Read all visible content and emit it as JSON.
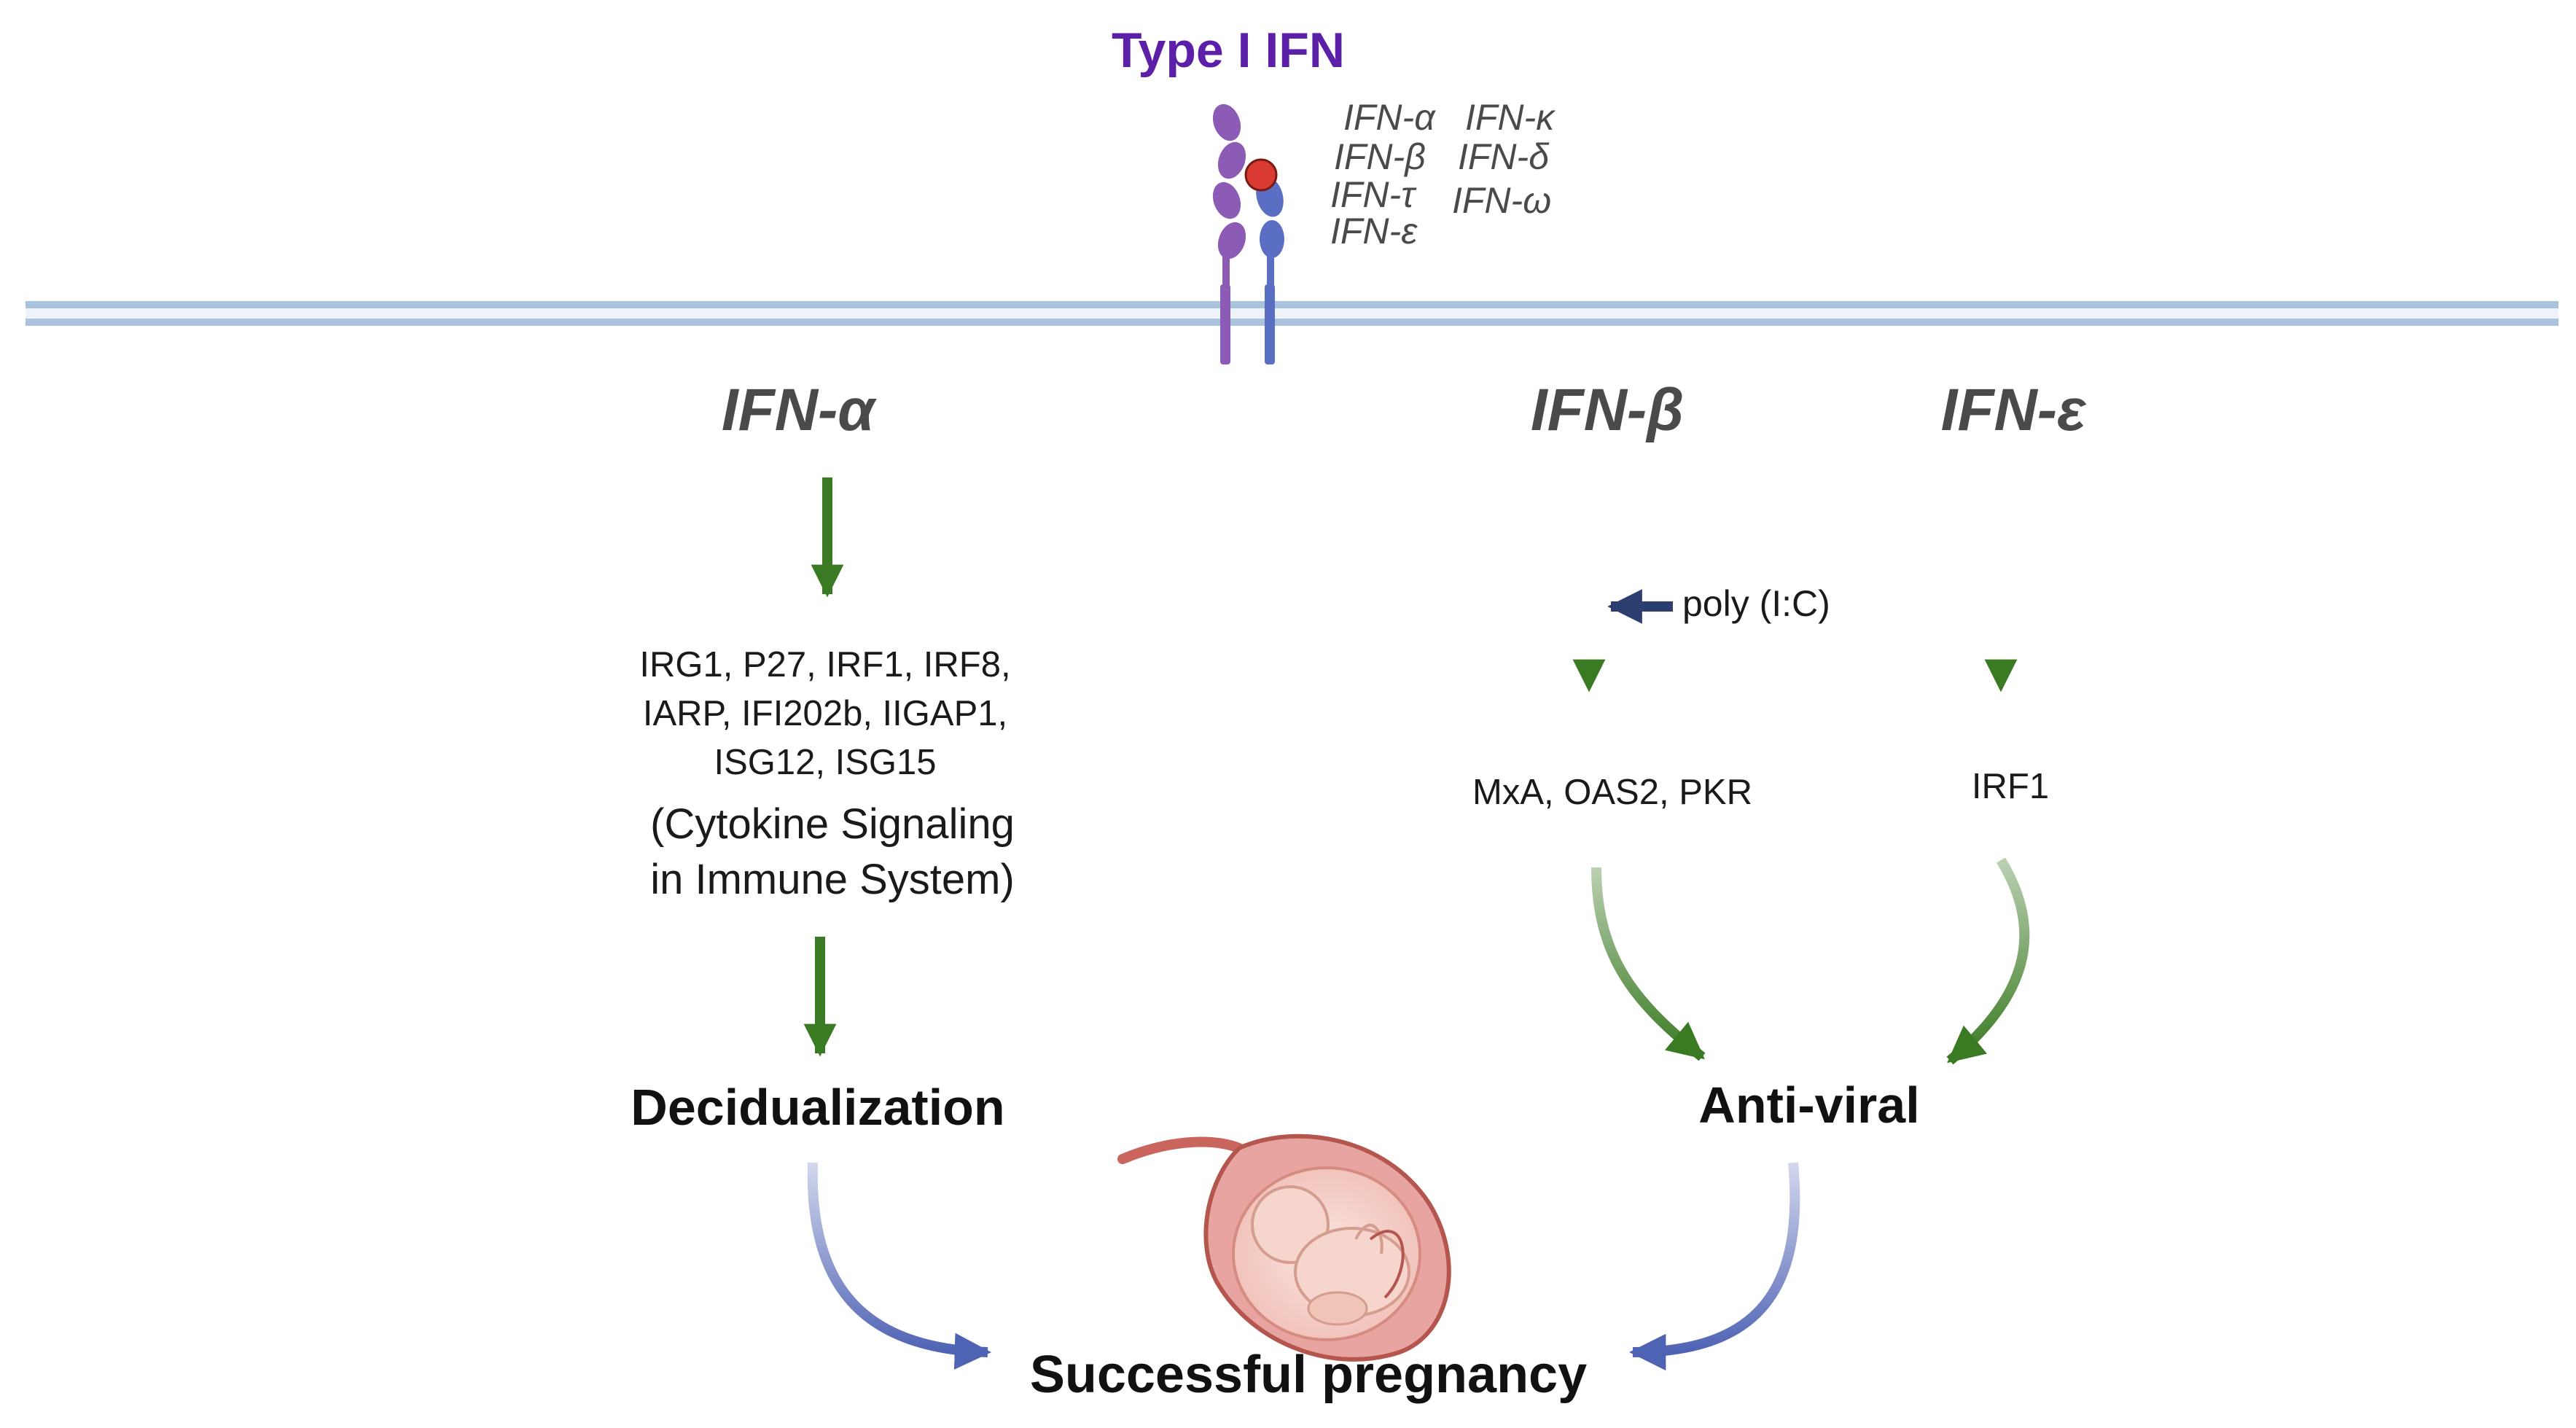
{
  "header": {
    "title": "Type I IFN",
    "subtypes": [
      "IFN-α",
      "IFN-κ",
      "IFN-β",
      "IFN-δ",
      "IFN-τ",
      "IFN-ω",
      "IFN-ε"
    ]
  },
  "pathways": {
    "alpha": {
      "heading": "IFN-α",
      "genes": [
        "IRG1, P27, IRF1, IRF8,",
        "IARP, IFI202b, IIGAP1,",
        "ISG12, ISG15"
      ],
      "category": [
        "(Cytokine Signaling",
        "in Immune System)"
      ],
      "outcome": "Decidualization"
    },
    "beta": {
      "heading": "IFN-β",
      "stimulus": "poly (I:C)",
      "genes": "MxA, OAS2, PKR"
    },
    "epsilon": {
      "heading": "IFN-ε",
      "genes": "IRF1"
    },
    "antiviral_outcome": "Anti-viral"
  },
  "final_outcome": "Successful pregnancy",
  "colors": {
    "title": "#5b1fa8",
    "receptor_purple": "#8c5bb5",
    "receptor_blue": "#5a6fc4",
    "ligand": "#d93a32",
    "membrane": "#a9c3de",
    "arrow_green": "#3a7a22",
    "arrow_blue": "#4f63b5",
    "stimulus_arrow": "#2c3e70",
    "uterus": "#e8a4a0",
    "fetus": "#f6d6cc"
  }
}
